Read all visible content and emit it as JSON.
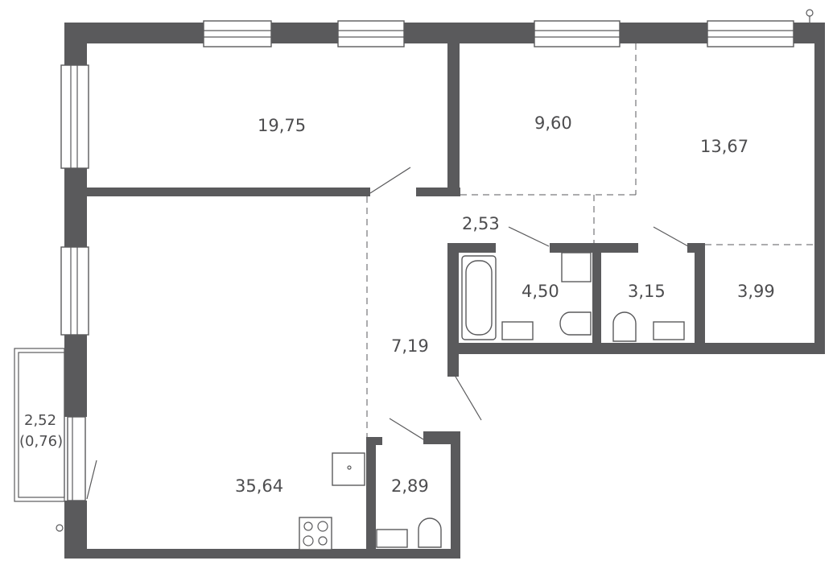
{
  "floor_plan": {
    "rooms": [
      {
        "id": "living-kitchen",
        "area": "35,64"
      },
      {
        "id": "bedroom-1",
        "area": "19,75"
      },
      {
        "id": "bedroom-2",
        "area": "9,60"
      },
      {
        "id": "bedroom-3",
        "area": "13,67"
      },
      {
        "id": "hallway",
        "area": "7,19"
      },
      {
        "id": "corridor",
        "area": "2,53"
      },
      {
        "id": "bathroom",
        "area": "4,50"
      },
      {
        "id": "toilet",
        "area": "3,15"
      },
      {
        "id": "wardrobe",
        "area": "3,99"
      },
      {
        "id": "shower-room",
        "area": "2,89"
      },
      {
        "id": "balcony",
        "area": "2,52",
        "area_reduced": "(0,76)"
      }
    ],
    "colors": {
      "wall": "#5a5a5c",
      "text": "#4d4d4f",
      "background": "#ffffff"
    }
  }
}
